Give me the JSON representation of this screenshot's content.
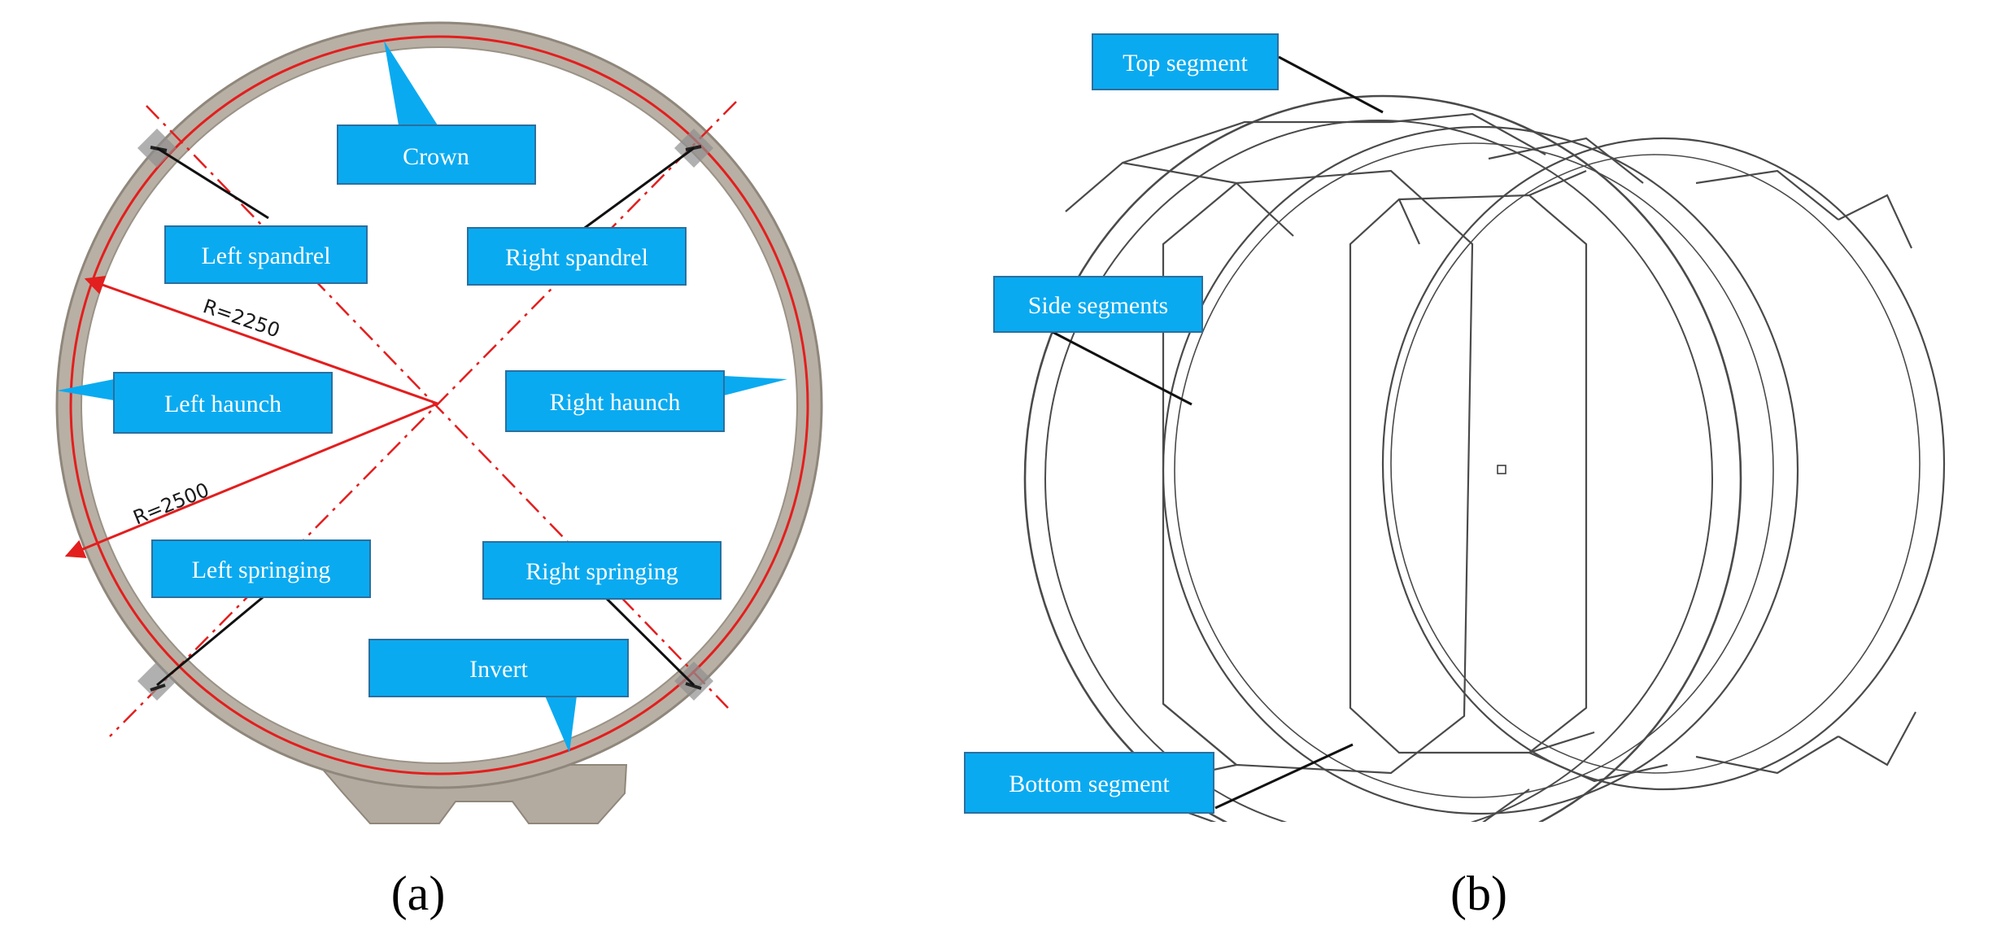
{
  "panel_a": {
    "label": "(a)",
    "labels": {
      "crown": "Crown",
      "left_spandrel": "Left spandrel",
      "right_spandrel": "Right spandrel",
      "left_haunch": "Left haunch",
      "right_haunch": "Right haunch",
      "left_springing": "Left springing",
      "right_springing": "Right springing",
      "invert": "Invert"
    },
    "radius_inner": "R=2250",
    "radius_outer": "R=2500"
  },
  "panel_b": {
    "label": "(b)",
    "labels": {
      "top_segment": "Top segment",
      "side_segments": "Side segments",
      "bottom_segment": "Bottom segment"
    }
  },
  "colors": {
    "callout_fill": "#0aaaf0",
    "callout_border": "#2b6f9e",
    "lining": "#b8b0a4",
    "lining_dark": "#8f877b",
    "red": "#e31e1e",
    "sketch": "#4a4a4a"
  }
}
